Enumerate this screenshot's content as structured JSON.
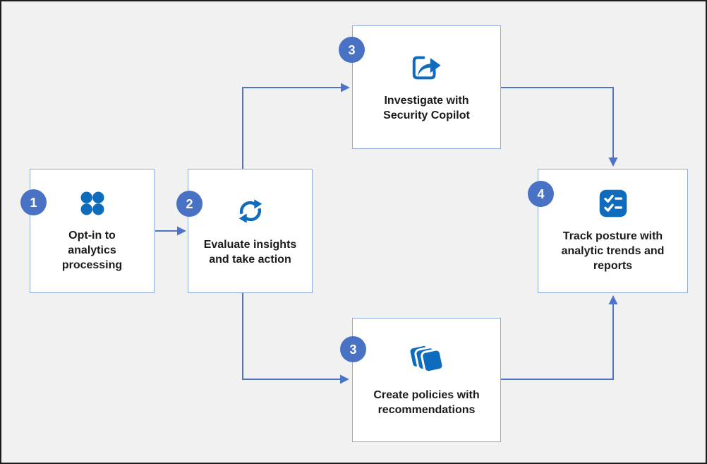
{
  "diagram": {
    "type": "flow",
    "steps": [
      {
        "number": "1",
        "icon": "dots-grid-icon",
        "label_lines": [
          "Opt-in to",
          "analytics",
          "processing"
        ]
      },
      {
        "number": "2",
        "icon": "sync-icon",
        "label_lines": [
          "Evaluate insights",
          "and take action"
        ]
      },
      {
        "number": "3",
        "icon": "share-icon",
        "label_lines": [
          "Investigate with",
          "Security Copilot"
        ]
      },
      {
        "number": "3",
        "icon": "layers-icon",
        "label_lines": [
          "Create policies with",
          "recommendations"
        ]
      },
      {
        "number": "4",
        "icon": "checklist-icon",
        "label_lines": [
          "Track posture with",
          "analytic trends and",
          "reports"
        ]
      }
    ],
    "connectors": [
      {
        "from": "step-1",
        "to": "step-2"
      },
      {
        "from": "step-2",
        "to": "step-3-investigate"
      },
      {
        "from": "step-2",
        "to": "step-3-create-policies"
      },
      {
        "from": "step-3-investigate",
        "to": "step-4"
      },
      {
        "from": "step-3-create-policies",
        "to": "step-4"
      }
    ],
    "colors": {
      "background": "#F1F1F2",
      "frame_border": "#1C1C1C",
      "box_fill": "#FFFFFF",
      "box_border": "#8FAADC",
      "connector": "#4D74C7",
      "badge_fill": "#4A72C4",
      "badge_text": "#FFFFFF",
      "icon_blue": "#0F6CBD",
      "label_text": "#1B1B1B"
    }
  }
}
